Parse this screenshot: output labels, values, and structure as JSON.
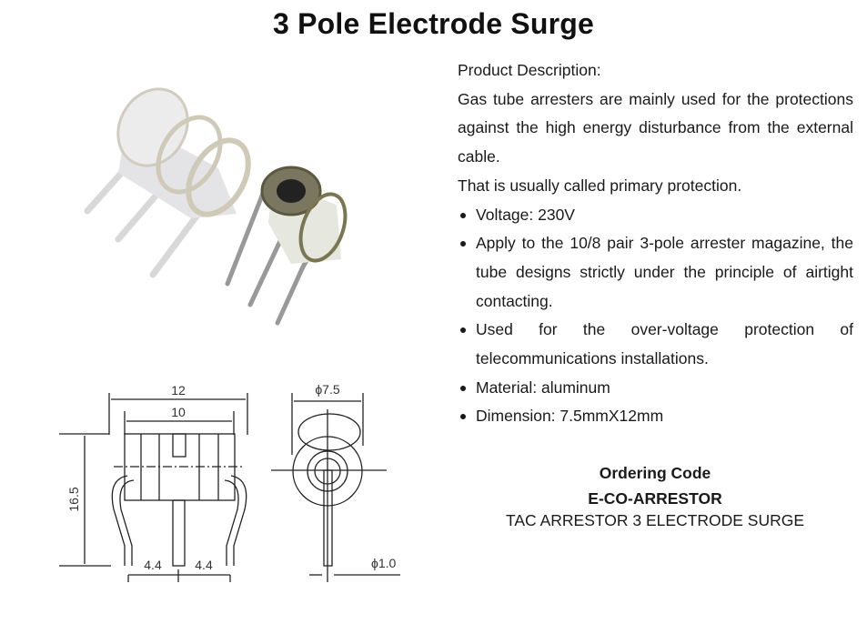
{
  "title": "3 Pole Electrode Surge",
  "description": {
    "heading": "Product Description:",
    "paragraph_1": "Gas tube arresters are mainly used for the protections against the high energy disturbance from the external cable.",
    "paragraph_2": "That is usually called primary protection.",
    "bullets": [
      "Voltage: 230V",
      "Apply to the 10/8 pair 3-pole arrester magazine, the tube designs strictly under the principle of airtight contacting.",
      "Used for the over-voltage protection of telecommunications installations.",
      "Material: aluminum",
      "Dimension: 7.5mmX12mm"
    ]
  },
  "ordering": {
    "heading": "Ordering Code",
    "code": "E-CO-ARRESTOR",
    "name": "TAC ARRESTOR 3 ELECTRODE SURGE"
  },
  "drawing": {
    "length_total": "12",
    "length_body": "10",
    "height": "16.5",
    "pitch_left": "4.4",
    "pitch_right": "4.4",
    "diameter": "ϕ7.5",
    "pin_diameter": "ϕ1.0"
  }
}
